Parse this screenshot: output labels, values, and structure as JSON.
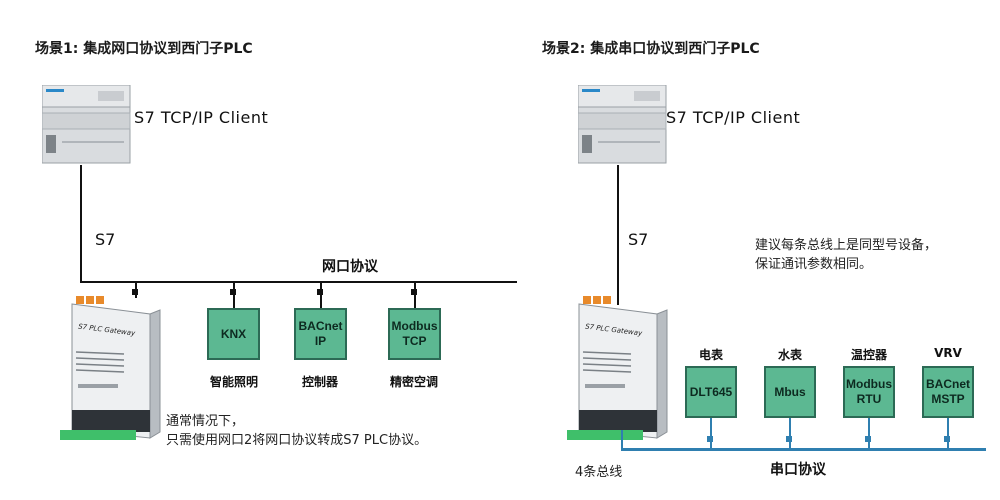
{
  "scenario1": {
    "title": "场景1: 集成网口协议到西门子PLC",
    "client_label": "S7 TCP/IP Client",
    "s7_label": "S7",
    "bus_label": "网口协议",
    "gateway_label": "S7 PLC Gateway",
    "devices": [
      {
        "label": "KNX",
        "caption": "智能照明"
      },
      {
        "label": "BACnet\nIP",
        "caption": "控制器"
      },
      {
        "label": "Modbus\nTCP",
        "caption": "精密空调"
      }
    ],
    "note_line1": "通常情况下，",
    "note_line2": "只需使用网口2将网口协议转成S7 PLC协议。"
  },
  "scenario2": {
    "title": "场景2: 集成串口协议到西门子PLC",
    "client_label": "S7 TCP/IP Client",
    "s7_label": "S7",
    "note_line1": "建议每条总线上是同型号设备，",
    "note_line2": "保证通讯参数相同。",
    "gateway_label": "S7 PLC Gateway",
    "devices": [
      {
        "label": "DLT645",
        "caption": "电表"
      },
      {
        "label": "Mbus",
        "caption": "水表"
      },
      {
        "label": "Modbus\nRTU",
        "caption": "温控器"
      },
      {
        "label": "BACnet\nMSTP",
        "caption": "VRV"
      }
    ],
    "bus_label": "串口协议",
    "bus_count_label": "4条总线"
  },
  "colors": {
    "device_fill": "#5cb892",
    "device_border": "#2c6a55",
    "serial_bus": "#2f7fb0",
    "plc_body": "#d9dcdf"
  }
}
